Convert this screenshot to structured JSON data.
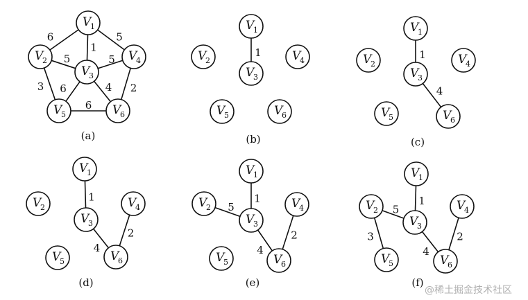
{
  "nodes": [
    {
      "id": "V1",
      "letter": "V",
      "sub": "1"
    },
    {
      "id": "V2",
      "letter": "V",
      "sub": "2"
    },
    {
      "id": "V3",
      "letter": "V",
      "sub": "3"
    },
    {
      "id": "V4",
      "letter": "V",
      "sub": "4"
    },
    {
      "id": "V5",
      "letter": "V",
      "sub": "5"
    },
    {
      "id": "V6",
      "letter": "V",
      "sub": "6"
    }
  ],
  "panels": [
    {
      "label": "(a)",
      "edges": [
        {
          "from": "V1",
          "to": "V2",
          "weight": "6"
        },
        {
          "from": "V1",
          "to": "V4",
          "weight": "5"
        },
        {
          "from": "V1",
          "to": "V3",
          "weight": "1"
        },
        {
          "from": "V2",
          "to": "V3",
          "weight": "5"
        },
        {
          "from": "V3",
          "to": "V4",
          "weight": "5"
        },
        {
          "from": "V2",
          "to": "V5",
          "weight": "3"
        },
        {
          "from": "V3",
          "to": "V5",
          "weight": "6"
        },
        {
          "from": "V3",
          "to": "V6",
          "weight": "4"
        },
        {
          "from": "V4",
          "to": "V6",
          "weight": "2"
        },
        {
          "from": "V5",
          "to": "V6",
          "weight": "6"
        }
      ]
    },
    {
      "label": "(b)",
      "edges": [
        {
          "from": "V1",
          "to": "V3",
          "weight": "1"
        }
      ]
    },
    {
      "label": "(c)",
      "edges": [
        {
          "from": "V1",
          "to": "V3",
          "weight": "1"
        },
        {
          "from": "V3",
          "to": "V6",
          "weight": "4"
        }
      ]
    },
    {
      "label": "(d)",
      "edges": [
        {
          "from": "V1",
          "to": "V3",
          "weight": "1"
        },
        {
          "from": "V3",
          "to": "V6",
          "weight": "4"
        },
        {
          "from": "V4",
          "to": "V6",
          "weight": "2"
        }
      ]
    },
    {
      "label": "(e)",
      "edges": [
        {
          "from": "V1",
          "to": "V3",
          "weight": "1"
        },
        {
          "from": "V2",
          "to": "V3",
          "weight": "5"
        },
        {
          "from": "V3",
          "to": "V6",
          "weight": "4"
        },
        {
          "from": "V4",
          "to": "V6",
          "weight": "2"
        }
      ]
    },
    {
      "label": "(f)",
      "edges": [
        {
          "from": "V1",
          "to": "V3",
          "weight": "1"
        },
        {
          "from": "V2",
          "to": "V3",
          "weight": "5"
        },
        {
          "from": "V2",
          "to": "V5",
          "weight": "3"
        },
        {
          "from": "V3",
          "to": "V6",
          "weight": "4"
        },
        {
          "from": "V4",
          "to": "V6",
          "weight": "2"
        }
      ]
    }
  ],
  "watermark": "@稀土掘金技术社区"
}
